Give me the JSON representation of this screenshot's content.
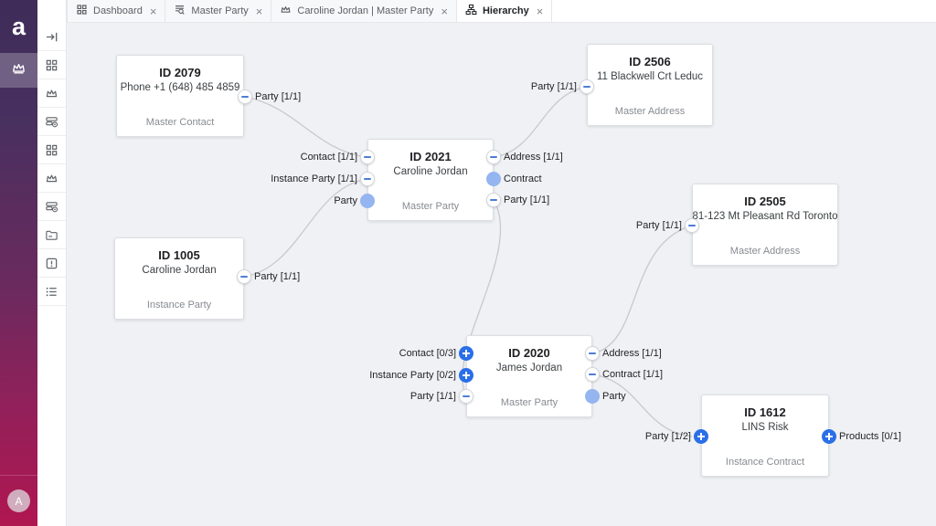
{
  "brand": {
    "logo_letter": "a"
  },
  "user": {
    "avatar_initial": "A"
  },
  "close_glyph": "×",
  "tabs": [
    {
      "label": "Dashboard",
      "icon": "dashboard-grid-icon"
    },
    {
      "label": "Master Party",
      "icon": "table-search-icon"
    },
    {
      "label": "Caroline Jordan | Master Party",
      "icon": "crown-icon"
    },
    {
      "label": "Hierarchy",
      "icon": "hierarchy-icon",
      "active": true
    }
  ],
  "sidebar_icons": [
    "collapse-panel-icon",
    "grid-icon",
    "crown-icon",
    "records-view-icon",
    "grid-icon",
    "crown-icon",
    "records-view-icon",
    "folder-icon",
    "issue-box-icon",
    "list-icon"
  ],
  "rail": {
    "active_item_icon": "crown-icon"
  },
  "colors": {
    "accent_blue": "#2a6fe8",
    "port_dot_blue": "#94b5f0",
    "edge_gray": "#c7cacd",
    "canvas_bg": "#eff1f4",
    "rail_gradient_top": "#3f2c58",
    "rail_gradient_bottom": "#b01650"
  },
  "graph": {
    "nodes": [
      {
        "id": "ID 2079",
        "subtitle": "Phone +1 (648) 485 4859",
        "type": "Master Contact",
        "ports": [
          {
            "side": "right",
            "kind": "minus",
            "label": "Party [1/1]"
          }
        ]
      },
      {
        "id": "ID 2506",
        "subtitle": "11 Blackwell Crt Leduc",
        "type": "Master Address",
        "ports": [
          {
            "side": "left",
            "kind": "minus",
            "label": "Party [1/1]"
          }
        ]
      },
      {
        "id": "ID 2021",
        "subtitle": "Caroline Jordan",
        "type": "Master Party",
        "ports": [
          {
            "side": "left",
            "kind": "minus",
            "label": "Contact [1/1]"
          },
          {
            "side": "left",
            "kind": "minus",
            "label": "Instance Party [1/1]"
          },
          {
            "side": "left",
            "kind": "dot",
            "label": "Party"
          },
          {
            "side": "right",
            "kind": "minus",
            "label": "Address [1/1]"
          },
          {
            "side": "right",
            "kind": "dot",
            "label": "Contract"
          },
          {
            "side": "right",
            "kind": "minus",
            "label": "Party [1/1]"
          }
        ]
      },
      {
        "id": "ID 2505",
        "subtitle": "81-123 Mt Pleasant Rd Toronto",
        "type": "Master Address",
        "ports": [
          {
            "side": "left",
            "kind": "minus",
            "label": "Party [1/1]"
          }
        ]
      },
      {
        "id": "ID 1005",
        "subtitle": "Caroline Jordan",
        "type": "Instance Party",
        "ports": [
          {
            "side": "right",
            "kind": "minus",
            "label": "Party [1/1]"
          }
        ]
      },
      {
        "id": "ID 2020",
        "subtitle": "James Jordan",
        "type": "Master Party",
        "ports": [
          {
            "side": "left",
            "kind": "plus",
            "label": "Contact [0/3]"
          },
          {
            "side": "left",
            "kind": "plus",
            "label": "Instance Party [0/2]"
          },
          {
            "side": "left",
            "kind": "minus",
            "label": "Party [1/1]"
          },
          {
            "side": "right",
            "kind": "minus",
            "label": "Address [1/1]"
          },
          {
            "side": "right",
            "kind": "minus",
            "label": "Contract [1/1]"
          },
          {
            "side": "right",
            "kind": "dot",
            "label": "Party"
          }
        ]
      },
      {
        "id": "ID 1612",
        "subtitle": "LINS Risk",
        "type": "Instance Contract",
        "ports": [
          {
            "side": "left",
            "kind": "plus",
            "label": "Party [1/2]"
          },
          {
            "side": "right",
            "kind": "plus",
            "label": "Products [0/1]"
          }
        ]
      }
    ],
    "edges": [
      {
        "from": "ID 2079 : Party",
        "to": "ID 2021 : Contact"
      },
      {
        "from": "ID 2021 : Instance Party",
        "to": "ID 1005 : Party"
      },
      {
        "from": "ID 2021 : Address",
        "to": "ID 2506 : Party"
      },
      {
        "from": "ID 2021 : Party",
        "to": "ID 2020 : Party"
      },
      {
        "from": "ID 2020 : Address",
        "to": "ID 2505 : Party"
      },
      {
        "from": "ID 2020 : Contract",
        "to": "ID 1612 : Party"
      }
    ]
  }
}
